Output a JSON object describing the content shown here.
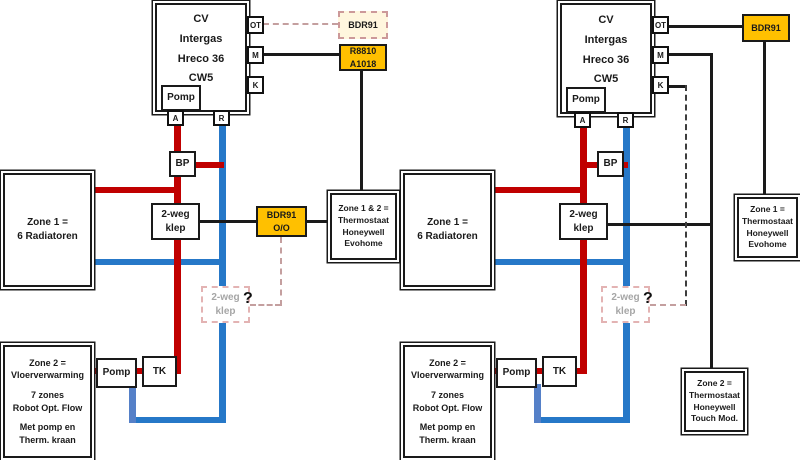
{
  "colors": {
    "supply": "#C00000",
    "return": "#2678C8",
    "return_alt": "#5580C8",
    "module": "#FFC000",
    "planned_fill": "#FFF6DE",
    "planned_border": "#CC9999",
    "planned_wire": "#C49F9F",
    "wire": "#1A1A1A"
  },
  "left": {
    "boiler": {
      "l1": "CV",
      "l2": "Intergas",
      "l3": "Hreco 36",
      "l4": "CW5",
      "pump": "Pomp"
    },
    "ports": {
      "ot": "OT",
      "m": "M",
      "k": "K",
      "supply": "A",
      "ret": "R"
    },
    "bdr91_planned": "BDR91",
    "r8810": {
      "l1": "R8810",
      "l2": "A1018"
    },
    "zone1": {
      "l1": "Zone 1 =",
      "l2": "6 Radiatoren"
    },
    "bypass": "BP",
    "valve": {
      "l1": "2-weg",
      "l2": "klep"
    },
    "bdr91_oo": {
      "l1": "BDR91",
      "l2": "O/O"
    },
    "thermostat": {
      "l1": "Zone 1 & 2 =",
      "l2": "Thermostaat",
      "l3": "Honeywell",
      "l4": "Evohome"
    },
    "valve_planned": {
      "l1": "2-weg",
      "l2": "klep"
    },
    "question": "?",
    "pump": "Pomp",
    "valve_tk": "TK",
    "zone2": {
      "l1": "Zone 2 =",
      "l2": "Vloerverwarming",
      "l3": "7 zones",
      "l4": "Robot Opt. Flow",
      "l5": "Met pomp en",
      "l6": "Therm. kraan"
    }
  },
  "right": {
    "boiler": {
      "l1": "CV",
      "l2": "Intergas",
      "l3": "Hreco 36",
      "l4": "CW5",
      "pump": "Pomp"
    },
    "ports": {
      "ot": "OT",
      "m": "M",
      "k": "K",
      "supply": "A",
      "ret": "R"
    },
    "bdr91": "BDR91",
    "zone1": {
      "l1": "Zone 1 =",
      "l2": "6 Radiatoren"
    },
    "bypass": "BP",
    "valve": {
      "l1": "2-weg",
      "l2": "klep"
    },
    "thermostat_zone1": {
      "l1": "Zone 1 =",
      "l2": "Thermostaat",
      "l3": "Honeywell",
      "l4": "Evohome"
    },
    "thermostat_zone2": {
      "l1": "Zone 2 =",
      "l2": "Thermostaat",
      "l3": "Honeywell",
      "l4": "Touch Mod."
    },
    "valve_planned": {
      "l1": "2-weg",
      "l2": "klep"
    },
    "question": "?",
    "pump": "Pomp",
    "valve_tk": "TK",
    "zone2": {
      "l1": "Zone 2 =",
      "l2": "Vloerverwarming",
      "l3": "7 zones",
      "l4": "Robot Opt. Flow",
      "l5": "Met pomp en",
      "l6": "Therm. kraan"
    }
  }
}
